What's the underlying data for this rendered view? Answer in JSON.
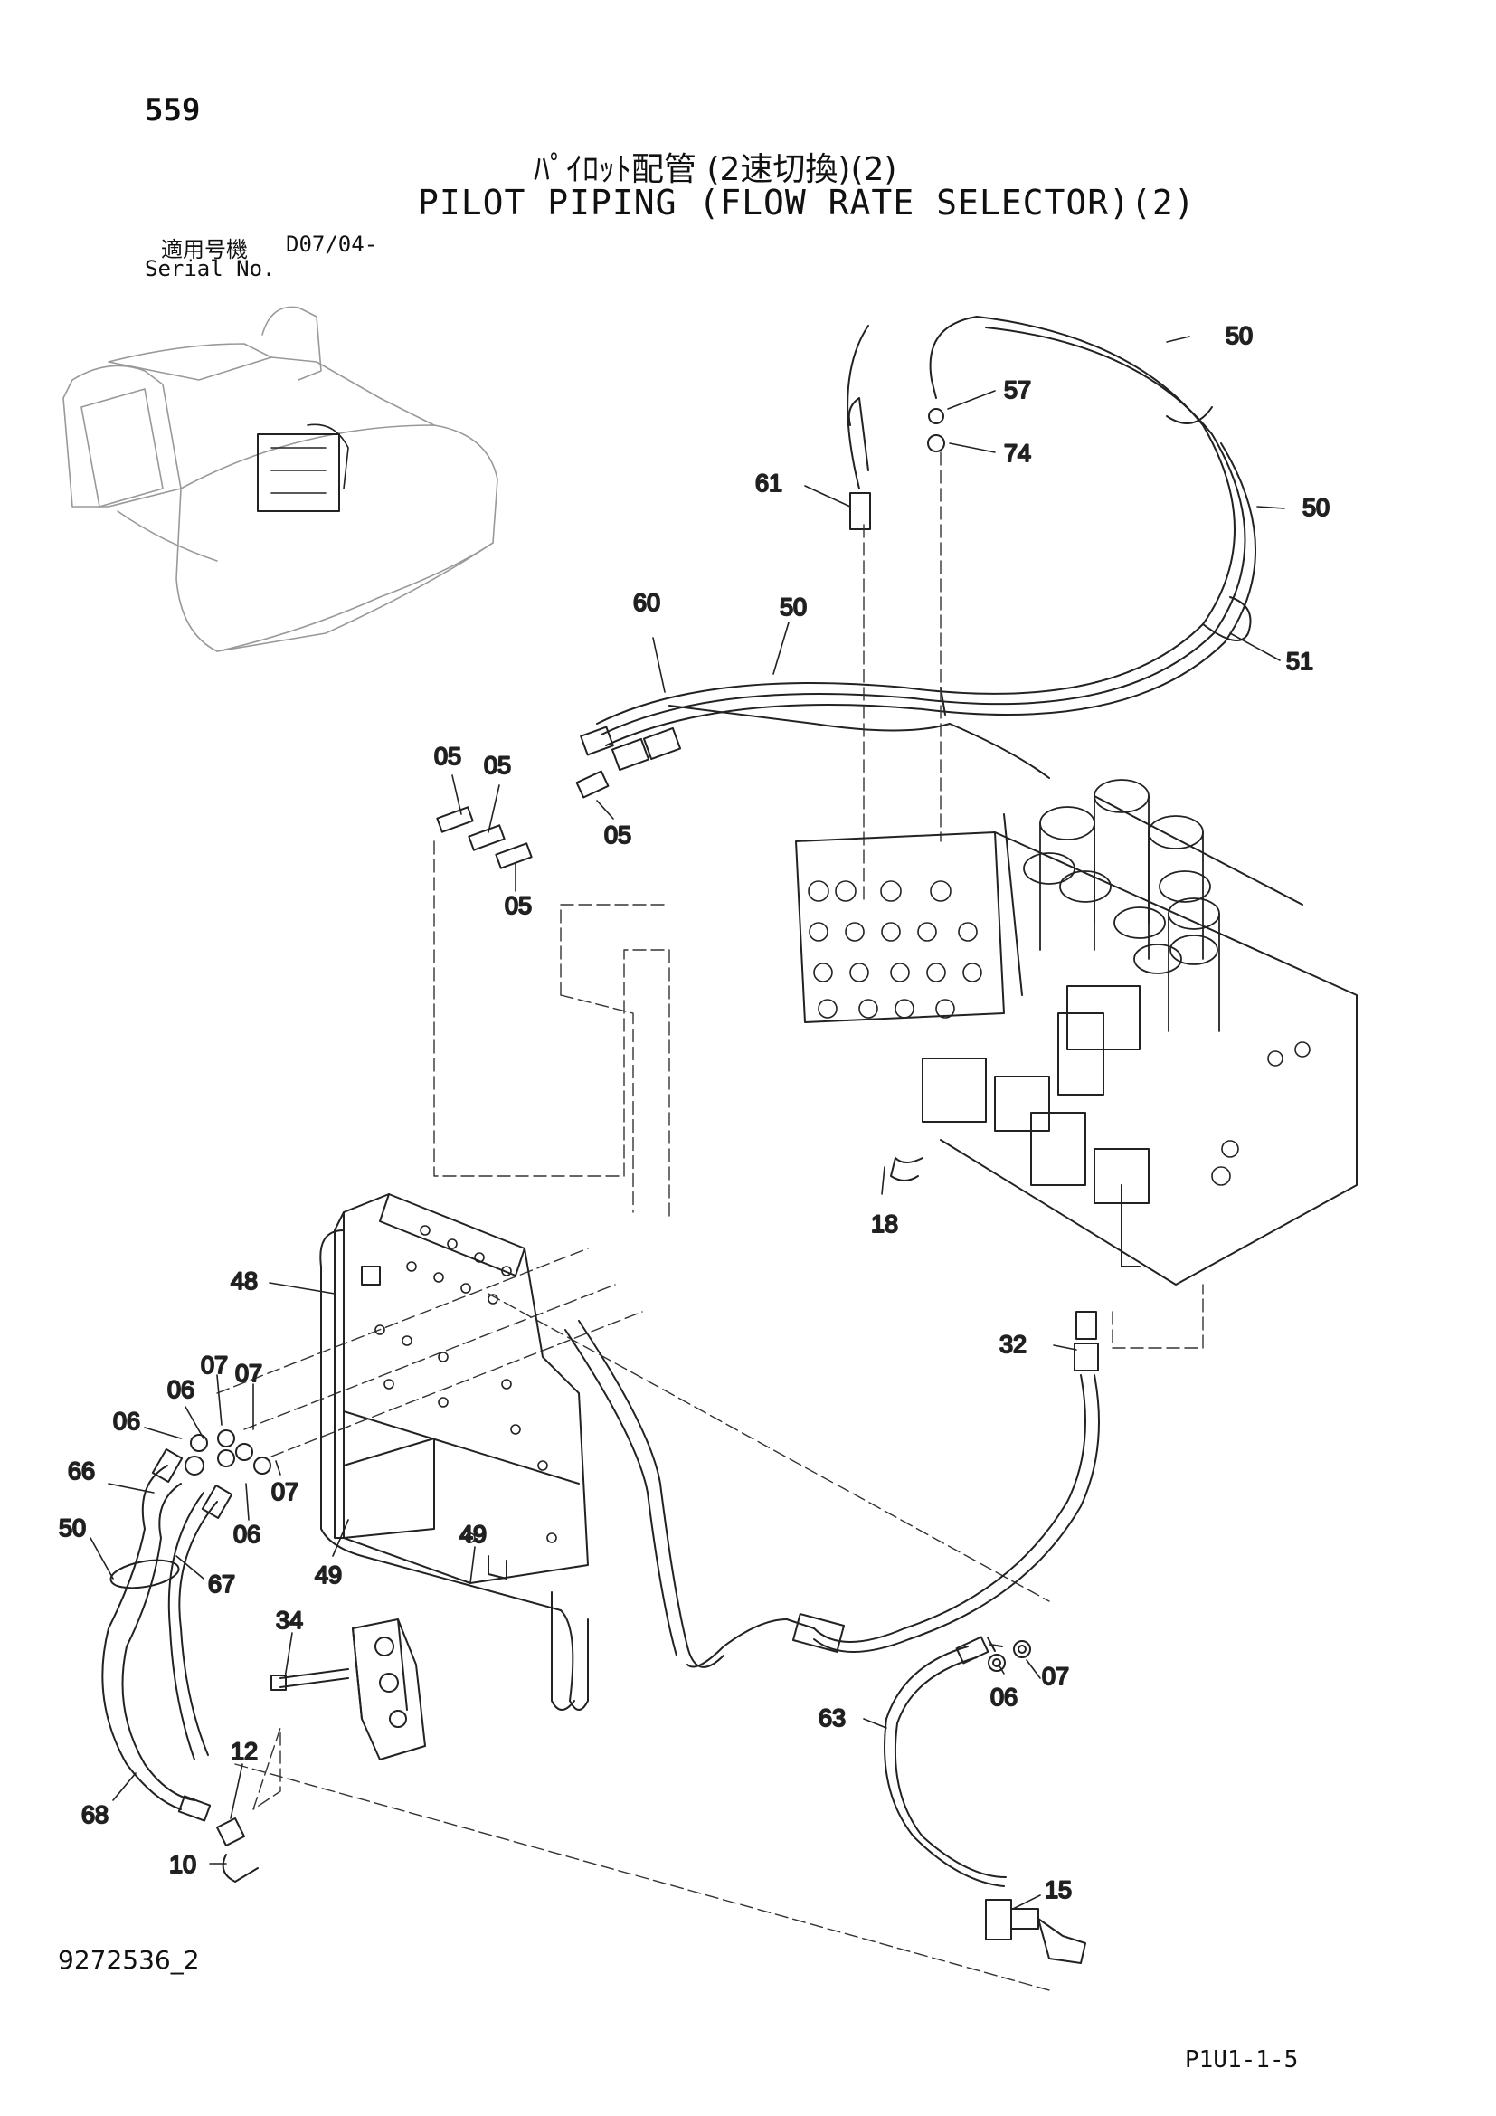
{
  "page_number": "559",
  "title_jp": "ﾊﾟｲﾛｯﾄ配管 (2速切換)(2)",
  "title_en": "PILOT PIPING (FLOW RATE SELECTOR)(2)",
  "serial": {
    "label_jp": "適用号機",
    "code": "D07/04-",
    "label_en": "Serial No."
  },
  "drawing_number": "9272536_2",
  "page_code": "P1U1-1-5",
  "part_labels": [
    "50",
    "57",
    "74",
    "61",
    "50",
    "51",
    "60",
    "50",
    "05",
    "05",
    "05",
    "05",
    "18",
    "48",
    "32",
    "07",
    "07",
    "06",
    "06",
    "66",
    "07",
    "06",
    "50",
    "67",
    "49",
    "49",
    "34",
    "07",
    "06",
    "63",
    "12",
    "68",
    "10",
    "15"
  ]
}
